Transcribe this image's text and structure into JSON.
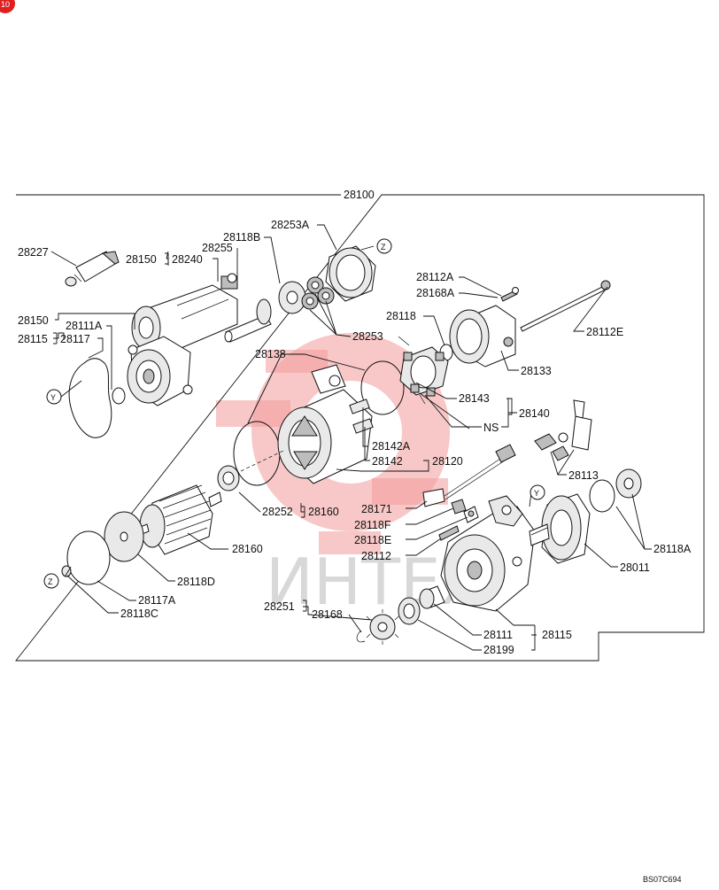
{
  "diagram": {
    "assembly_label": "28100",
    "drawing_code": "BS07C694",
    "watermark_text": "ИНТЕХ",
    "corner_badge": "10",
    "labels": {
      "l28227": "28227",
      "l28150a": "28150",
      "l28240": "28240",
      "l28255": "28255",
      "l28118B": "28118B",
      "l28253A": "28253A",
      "l28150b": "28150",
      "l28111A": "28111A",
      "l28115a": "28115",
      "l28117": "28117",
      "l28253": "28253",
      "l28112A": "28112A",
      "l28168A": "28168A",
      "l28118": "28118",
      "l28112E": "28112E",
      "l28138": "28138",
      "l28133": "28133",
      "l28143": "28143",
      "l28140": "28140",
      "lNS": "NS",
      "l28142A": "28142A",
      "l28142": "28142",
      "l28120": "28120",
      "l28113": "28113",
      "l28252": "28252",
      "l28160a": "28160",
      "l28171": "28171",
      "l28118F": "28118F",
      "l28118E": "28118E",
      "l28112": "28112",
      "l28118A": "28118A",
      "l28160b": "28160",
      "l28011": "28011",
      "l28118D": "28118D",
      "l28117A": "28117A",
      "l28118C": "28118C",
      "l28251": "28251",
      "l28168": "28168",
      "l28111": "28111",
      "l28115b": "28115",
      "l28199": "28199",
      "zA": "Z",
      "zB": "Z",
      "yA": "Y",
      "yB": "Y"
    }
  }
}
